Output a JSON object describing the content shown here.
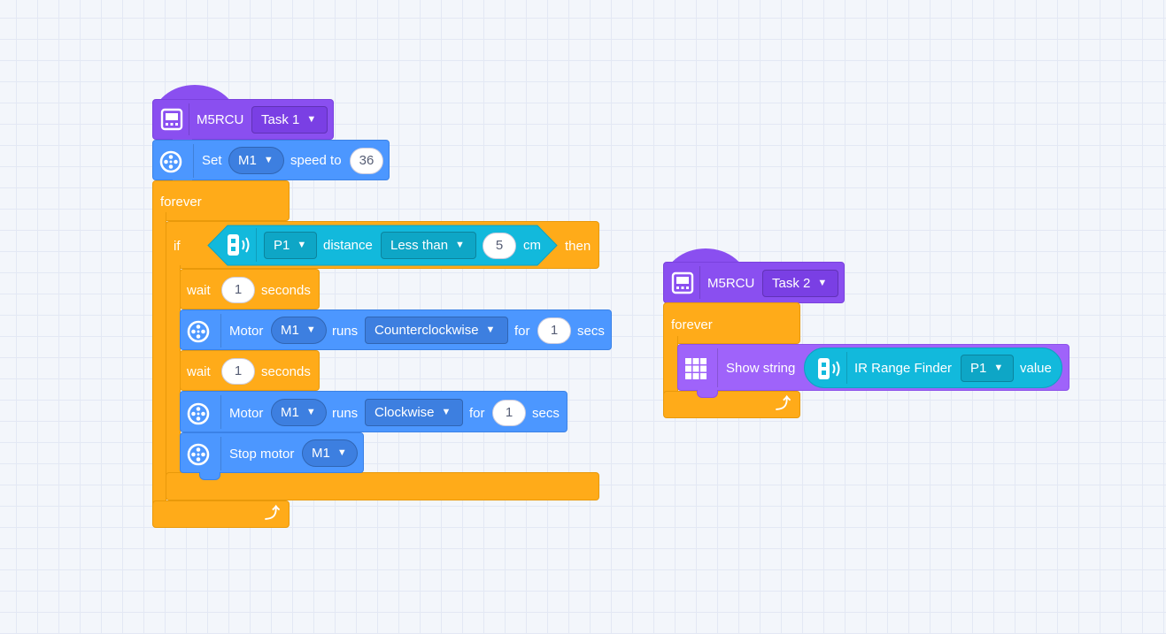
{
  "task1": {
    "hat": {
      "device": "M5RCU",
      "task": "Task 1"
    },
    "set_speed": {
      "set": "Set",
      "motor": "M1",
      "speed_to": "speed to",
      "value": "36"
    },
    "forever": "forever",
    "if_block": {
      "if": "if",
      "port": "P1",
      "distance": "distance",
      "compare": "Less than",
      "value": "5",
      "unit": "cm",
      "then": "then"
    },
    "wait1": {
      "wait": "wait",
      "value": "1",
      "seconds": "seconds"
    },
    "motor1": {
      "motor": "Motor",
      "port": "M1",
      "runs": "runs",
      "direction": "Counterclockwise",
      "for": "for",
      "value": "1",
      "secs": "secs"
    },
    "wait2": {
      "wait": "wait",
      "value": "1",
      "seconds": "seconds"
    },
    "motor2": {
      "motor": "Motor",
      "port": "M1",
      "runs": "runs",
      "direction": "Clockwise",
      "for": "for",
      "value": "1",
      "secs": "secs"
    },
    "stop": {
      "label": "Stop motor",
      "port": "M1"
    }
  },
  "task2": {
    "hat": {
      "device": "M5RCU",
      "task": "Task 2"
    },
    "forever": "forever",
    "show": {
      "label": "Show string",
      "sensor": "IR Range Finder",
      "port": "P1",
      "value": "value"
    }
  },
  "icons": {
    "device": "screen-device-icon",
    "motor": "motor-wheel-icon",
    "sensor": "distance-sensor-icon",
    "display": "led-matrix-icon",
    "loop": "loop-arrow-icon",
    "dropdown": "caret-down-icon"
  },
  "colors": {
    "hat": "#8a4ff0",
    "motion": "#4c97ff",
    "control": "#ffab19",
    "sensor": "#12b9dc",
    "display": "#9f63fa"
  }
}
